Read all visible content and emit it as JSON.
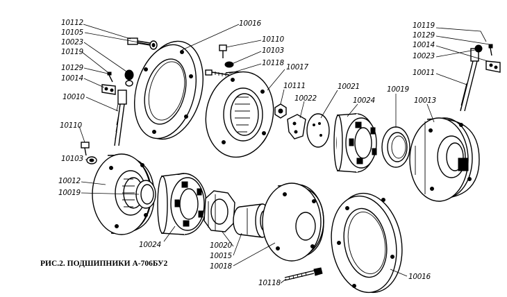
{
  "caption": "РИС.2. ПОДШИПНИКИ А-706БУ2",
  "labels": {
    "l10112": "10112",
    "l10105": "10105",
    "l10023a": "10023",
    "l10119a": "10119",
    "l10129a": "10129",
    "l10014a": "10014",
    "l10010": "10010",
    "l10110a": "10110",
    "l10103a": "10103",
    "l10012": "10012",
    "l10019a": "10019",
    "l10024a": "10024",
    "l10016a": "10016",
    "l10110b": "10110",
    "l10103b": "10103",
    "l10118a": "10118",
    "l10017": "10017",
    "l10111": "10111",
    "l10022": "10022",
    "l10021": "10021",
    "l10024b": "10024",
    "l10019b": "10019",
    "l10013": "10013",
    "l10119b": "10119",
    "l10129b": "10129",
    "l10014b": "10014",
    "l10023b": "10023",
    "l10011": "10011",
    "l10020": "10020",
    "l10015": "10015",
    "l10018": "10018",
    "l10118b": "10118",
    "l10016b": "10016"
  }
}
